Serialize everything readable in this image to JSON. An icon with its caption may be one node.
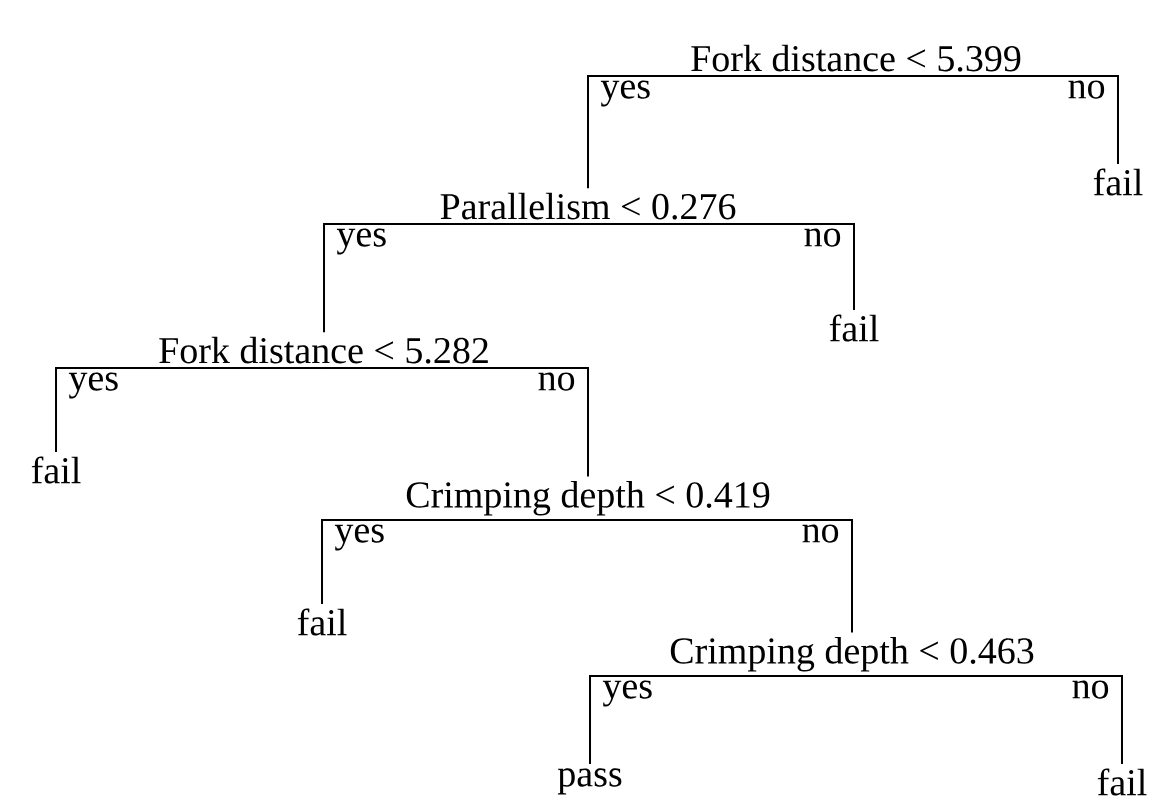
{
  "diagram": {
    "nodes": [
      {
        "text": [
          "Fork distance < 5.399"
        ]
      },
      {
        "text": [
          "Parallelism < 0.276"
        ]
      },
      {
        "text": [
          "fail"
        ]
      },
      {
        "text": [
          "Fork distance < 5.282"
        ]
      },
      {
        "text": [
          "fail"
        ]
      },
      {
        "text": [
          "fail"
        ]
      },
      {
        "text": [
          "Crimping depth < 0.419"
        ]
      },
      {
        "text": [
          "fail"
        ]
      },
      {
        "text": [
          "Crimping depth < 0.463"
        ]
      },
      {
        "text": [
          "pass"
        ]
      },
      {
        "text": [
          "fail"
        ]
      }
    ],
    "edges": [
      {
        "from": 0,
        "to": 1,
        "arrow": "none",
        "label": "yes"
      },
      {
        "from": 0,
        "to": 2,
        "arrow": "none",
        "label": "no"
      },
      {
        "from": 1,
        "to": 3,
        "arrow": "none",
        "label": "yes"
      },
      {
        "from": 1,
        "to": 4,
        "arrow": "none",
        "label": "no"
      },
      {
        "from": 3,
        "to": 5,
        "arrow": "none",
        "label": "yes"
      },
      {
        "from": 3,
        "to": 6,
        "arrow": "none",
        "label": "no"
      },
      {
        "from": 6,
        "to": 7,
        "arrow": "none",
        "label": "yes"
      },
      {
        "from": 6,
        "to": 8,
        "arrow": "none",
        "label": "no"
      },
      {
        "from": 8,
        "to": 9,
        "arrow": "none",
        "label": "yes"
      },
      {
        "from": 8,
        "to": 10,
        "arrow": "none",
        "label": "no"
      }
    ]
  }
}
